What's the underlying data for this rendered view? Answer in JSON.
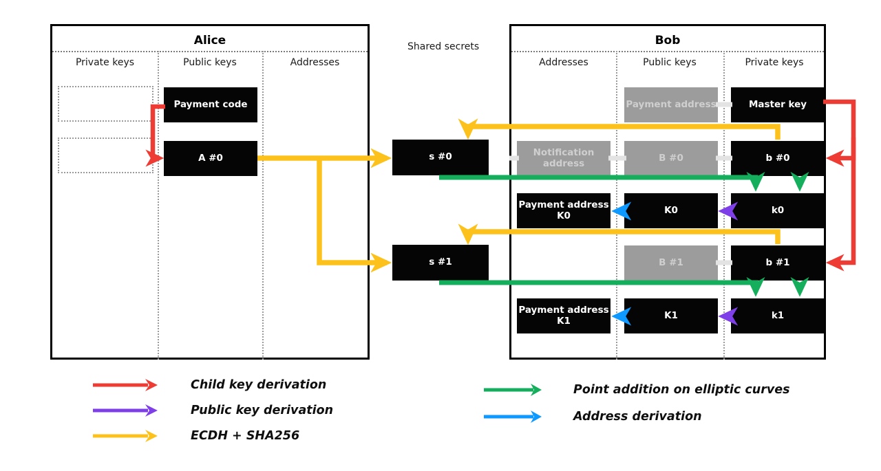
{
  "diagram": {
    "title_alice": "Alice",
    "title_bob": "Bob",
    "shared_secrets_label": "Shared secrets",
    "alice_columns": [
      "Private keys",
      "Public keys",
      "Addresses"
    ],
    "bob_columns": [
      "Addresses",
      "Public keys",
      "Private keys"
    ],
    "alice_boxes": [
      {
        "name": "alice-private-placeholder-1",
        "text": "",
        "style": "dotted"
      },
      {
        "name": "alice-private-placeholder-2",
        "text": "",
        "style": "dotted"
      },
      {
        "name": "alice-payment-code",
        "text": "Payment code",
        "style": "black"
      },
      {
        "name": "alice-public-a0",
        "text": "A #0",
        "style": "black"
      }
    ],
    "shared_secret_boxes": [
      {
        "name": "shared-secret-s0",
        "text": "s #0",
        "style": "black"
      },
      {
        "name": "shared-secret-s1",
        "text": "s #1",
        "style": "black"
      }
    ],
    "bob_boxes": [
      {
        "name": "bob-public-payment-address",
        "text": "Payment address",
        "style": "grey"
      },
      {
        "name": "bob-private-master-key",
        "text": "Master key",
        "style": "black"
      },
      {
        "name": "bob-address-notification",
        "text": "Notification address",
        "style": "grey"
      },
      {
        "name": "bob-public-b0",
        "text": "B #0",
        "style": "grey"
      },
      {
        "name": "bob-private-b0",
        "text": "b #0",
        "style": "black"
      },
      {
        "name": "bob-address-payment-k0",
        "text": "Payment address K0",
        "style": "black"
      },
      {
        "name": "bob-public-k0",
        "text": "K0",
        "style": "black"
      },
      {
        "name": "bob-private-k0",
        "text": "k0",
        "style": "black"
      },
      {
        "name": "bob-public-b1",
        "text": "B #1",
        "style": "grey"
      },
      {
        "name": "bob-private-b1",
        "text": "b #1",
        "style": "black"
      },
      {
        "name": "bob-address-payment-k1",
        "text": "Payment address K1",
        "style": "black"
      },
      {
        "name": "bob-public-k1",
        "text": "K1",
        "style": "black"
      },
      {
        "name": "bob-private-k1",
        "text": "k1",
        "style": "black"
      }
    ]
  },
  "colors": {
    "child_key_derivation": "#EE3B33",
    "public_key_derivation": "#7F3FE8",
    "ecdh_sha256": "#FCC21B",
    "point_addition": "#14AE5C",
    "address_derivation": "#0D99FF",
    "box_black": "#050505",
    "box_grey": "#9c9c9c",
    "panel_border": "#000000"
  },
  "legend": {
    "left": [
      {
        "name": "legend-child-key-derivation",
        "label": "Child key derivation",
        "color": "#EE3B33"
      },
      {
        "name": "legend-public-key-derivation",
        "label": "Public key derivation",
        "color": "#7F3FE8"
      },
      {
        "name": "legend-ecdh-sha256",
        "label": "ECDH + SHA256",
        "color": "#FCC21B"
      }
    ],
    "right": [
      {
        "name": "legend-point-addition",
        "label": "Point addition on elliptic curves",
        "color": "#14AE5C"
      },
      {
        "name": "legend-address-derivation",
        "label": "Address derivation",
        "color": "#0D99FF"
      }
    ]
  }
}
